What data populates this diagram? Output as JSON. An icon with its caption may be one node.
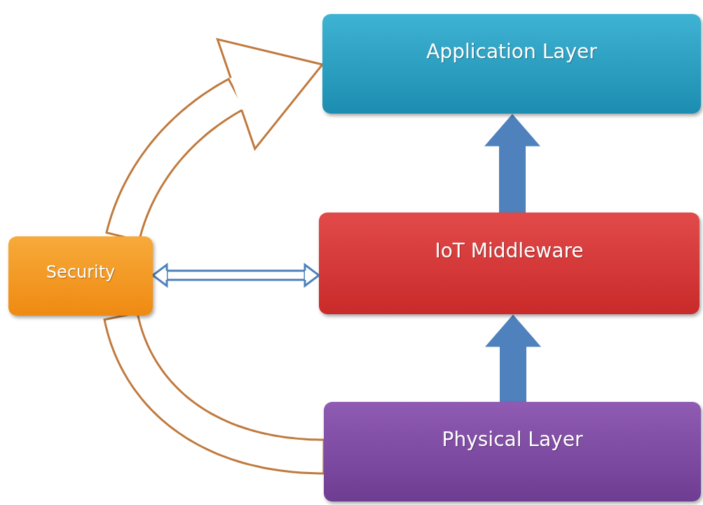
{
  "diagram": {
    "nodes": [
      {
        "text": [
          "Application Layer"
        ]
      },
      {
        "text": [
          "Security"
        ]
      },
      {
        "text": [
          "IoT Middleware"
        ]
      },
      {
        "text": [
          "Physical Layer"
        ]
      }
    ],
    "edges": [
      {
        "from": 2,
        "to": 0,
        "arrow": "to",
        "style": "thick"
      },
      {
        "from": 3,
        "to": 2,
        "arrow": "to",
        "style": "thick"
      },
      {
        "from": 1,
        "to": 2,
        "arrow": "both"
      },
      {
        "from": 3,
        "to": 1,
        "arrow": "none",
        "color": "#c07a3e"
      },
      {
        "from": 1,
        "to": 0,
        "arrow": "to",
        "color": "#c07a3e"
      }
    ]
  }
}
